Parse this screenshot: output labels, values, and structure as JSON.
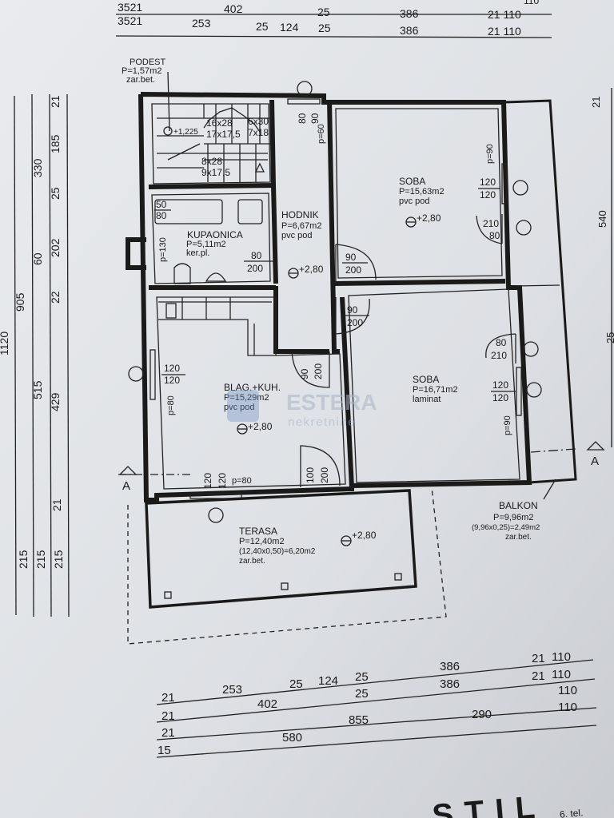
{
  "rooms": {
    "podest": {
      "name": "PODEST",
      "area": "P=1,57m2",
      "floor": "zar.bet."
    },
    "kupaonica": {
      "name": "KUPAONICA",
      "area": "P=5,11m2",
      "floor": "ker.pl."
    },
    "hodnik": {
      "name": "HODNIK",
      "area": "P=6,67m2",
      "floor": "pvc pod"
    },
    "soba1": {
      "name": "SOBA",
      "area": "P=15,63m2",
      "floor": "pvc pod"
    },
    "soba2": {
      "name": "SOBA",
      "area": "P=16,71m2",
      "floor": "laminat"
    },
    "blag": {
      "name": "BLAG.+KUH.",
      "area": "P=15,29m2",
      "floor": "pvc pod"
    },
    "terasa": {
      "name": "TERASA",
      "area": "P=12,40m2",
      "calc": "(12,40x0,50)=6,20m2",
      "floor": "zar.bet."
    },
    "balkon": {
      "name": "BALKON",
      "area": "P=9,96m2",
      "calc": "(9,96x0,25)=2,49m2",
      "floor": "zar.bet."
    }
  },
  "levels": {
    "podest": "+1,225",
    "hodnik": "+2,80",
    "soba1": "+2,80",
    "blag": "+2,80",
    "terasa": "+2,80"
  },
  "openings": {
    "stair1a": "16x28",
    "stair1b": "17x17,5",
    "stair2a": "6x30",
    "stair2b": "7x18",
    "stair3a": "8x28",
    "stair3b": "9x17,5",
    "bath_win_w": "50",
    "bath_win_h": "80",
    "bath_p": "p=130",
    "bath_door_w": "80",
    "bath_door_h": "200",
    "hall_win_w": "80",
    "hall_win_h": "90",
    "hall_p": "p=60",
    "soba1_p": "p=90",
    "soba1_win_w": "120",
    "soba1_win_h": "120",
    "soba1_bdoor_w": "210",
    "soba1_bdoor_h": "80",
    "soba1_door_w": "90",
    "soba1_door_h": "200",
    "soba2_door_w": "90",
    "soba2_door_h": "200",
    "soba2_bdoor_w": "80",
    "soba2_bdoor_h": "210",
    "soba2_win_w": "120",
    "soba2_win_h": "120",
    "soba2_p": "p=90",
    "kitchen_door_w": "90",
    "kitchen_door_h": "200",
    "kitchen_win_w": "120",
    "kitchen_win_h": "120",
    "kitchen_p": "p=80",
    "ter_win_w": "120",
    "ter_win_h": "120",
    "ter_win_p": "p=80",
    "ter_door_w": "100",
    "ter_door_h": "200"
  },
  "section_mark": "A",
  "watermark": {
    "brand": "ESTERA",
    "sub": "nekretnine"
  },
  "top_dims": {
    "row0": [
      "3521",
      "402",
      "25",
      "386",
      "21 110"
    ],
    "row1": [
      "3521",
      "253",
      "25",
      "124",
      "25",
      "386",
      "21 110"
    ],
    "partial": "110"
  },
  "bottom_dims": {
    "row1": [
      "21",
      "253",
      "25",
      "124",
      "25",
      "386",
      "21",
      "110"
    ],
    "row2": [
      "21",
      "402",
      "25",
      "386",
      "21",
      "110"
    ],
    "row3": [
      "21",
      "855",
      "110"
    ],
    "row4": [
      "15",
      "580",
      "290",
      "110"
    ]
  },
  "left_dims": {
    "col1": [
      "1120"
    ],
    "col2": [
      "905",
      "215"
    ],
    "col3": [
      "330",
      "60",
      "515",
      "215"
    ],
    "col4": [
      "21",
      "185",
      "25",
      "202",
      "22",
      "429",
      "21",
      "215"
    ]
  },
  "right_dims": [
    "21",
    "540",
    "25"
  ],
  "footer_text": "STIL",
  "footer_small": "6. tel."
}
